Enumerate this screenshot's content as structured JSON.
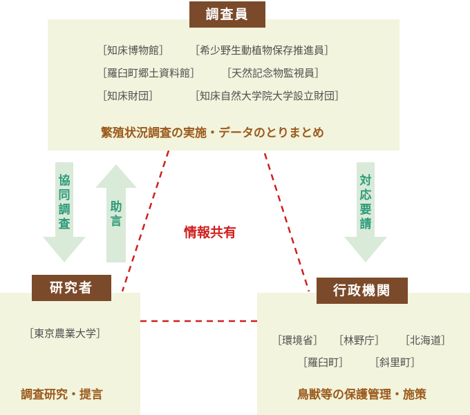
{
  "investigators": {
    "header": "調査員",
    "orgs": [
      "［知床博物館］",
      "［希少野生動植物保存推進員］",
      "［羅臼町郷土資料館］",
      "［天然記念物監視員］",
      "［知床財団］",
      "［知床自然大学院大学設立財団］"
    ],
    "role": "繁殖状況調査の実施・データのとりまとめ"
  },
  "researcher": {
    "header": "研究者",
    "orgs": [
      "［東京農業大学］"
    ],
    "role": "調査研究・提言"
  },
  "government": {
    "header": "行政機関",
    "orgs": [
      "［環境省］",
      "［林野庁］",
      "［北海道］",
      "［羅臼町］",
      "［斜里町］"
    ],
    "role": "鳥獣等の保護管理・施策"
  },
  "arrows": {
    "joint_survey": "協同調査",
    "advice": "助言",
    "response_request": "対応要請"
  },
  "center_label": "情報共有",
  "colors": {
    "box_fill": "#f2f4dd",
    "header_fill": "#7b4a2a",
    "role_text": "#9b5a1c",
    "arrow_fill": "#d9ead8",
    "arrow_text": "#2d9b7a",
    "dashed_line": "#d01f1f"
  }
}
